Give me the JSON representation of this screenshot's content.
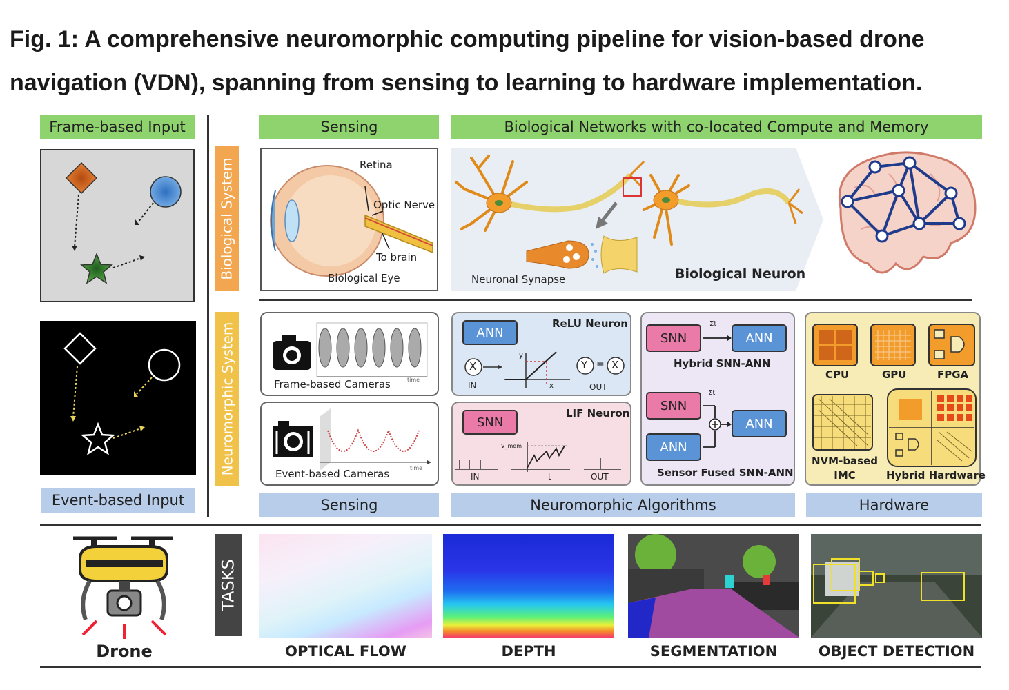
{
  "caption": "Fig. 1: A comprehensive neuromorphic computing pipeline for vision-based drone navigation (VDN), spanning from sensing to learning to hardware implementation.",
  "left": {
    "frame_input_label": "Frame-based Input",
    "event_input_label": "Event-based Input"
  },
  "side_bars": {
    "biological": "Biological System",
    "neuromorphic": "Neuromorphic System",
    "tasks": "TASKS"
  },
  "top_banners": {
    "sensing": "Sensing",
    "bio_networks": "Biological Networks with co-located Compute and Memory"
  },
  "eye": {
    "retina": "Retina",
    "optic_nerve": "Optic Nerve",
    "to_brain": "To brain",
    "caption": "Biological Eye"
  },
  "neuron": {
    "synapse": "Neuronal Synapse",
    "caption": "Biological Neuron"
  },
  "cameras": {
    "frame": "Frame-based Cameras",
    "event": "Event-based Cameras",
    "time": "time"
  },
  "relu": {
    "title": "ReLU Neuron",
    "ann": "ANN",
    "x": "X",
    "y": "Y",
    "eq": "=",
    "in": "IN",
    "out": "OUT",
    "axis_y": "y",
    "axis_x": "x"
  },
  "lif": {
    "title": "LIF Neuron",
    "snn": "SNN",
    "vmem": "V_mem",
    "in": "IN",
    "t": "t",
    "out": "OUT"
  },
  "hybrid": {
    "snn1": "SNN",
    "ann1": "ANN",
    "title1": "Hybrid SNN-ANN",
    "snn2": "SNN",
    "ann2": "ANN",
    "ann3": "ANN",
    "title2": "Sensor Fused SNN-ANN",
    "sigma": "Σt"
  },
  "hardware": {
    "cpu": "CPU",
    "gpu": "GPU",
    "fpga": "FPGA",
    "nvm": "NVM-based IMC",
    "hybrid_hw": "Hybrid Hardware"
  },
  "bottom_banners": {
    "sensing": "Sensing",
    "algorithms": "Neuromorphic Algorithms",
    "hardware": "Hardware"
  },
  "tasks": {
    "drone": "Drone",
    "optical_flow": "OPTICAL FLOW",
    "depth": "DEPTH",
    "segmentation": "SEGMENTATION",
    "object_detection": "OBJECT DETECTION"
  },
  "colors": {
    "green_banner": "#8fd36e",
    "blue_banner": "#b8cde9",
    "side_bar_orange": "#f2a64f",
    "side_bar_yellow": "#f1c24a",
    "tasks_bar": "#444444",
    "ann_blue": "#5a93d6",
    "snn_pink": "#ea7aa8"
  }
}
